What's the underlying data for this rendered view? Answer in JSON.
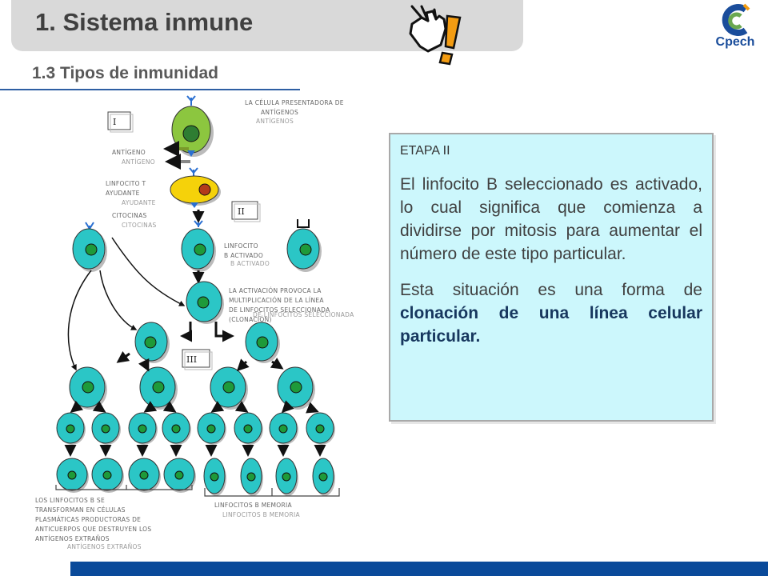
{
  "header": {
    "title": "1. Sistema inmune",
    "subtitle": "1.3 Tipos de inmunidad"
  },
  "logo": {
    "text": "Cpech"
  },
  "icons": {
    "hand": "pointing-hand-icon",
    "exclamation": "exclamation-icon"
  },
  "diagram": {
    "stages": [
      "I",
      "II",
      "III"
    ],
    "labels": {
      "apc": [
        "LA CÉLULA PRESENTADORA DE",
        "ANTÍGENOS"
      ],
      "antigen": "ANTÍGENO",
      "helper_t": [
        "LINFOCITO T",
        "AYUDANTE"
      ],
      "cytokines": "CITOCINAS",
      "activated_b": [
        "LINFOCITO",
        "B ACTIVADO"
      ],
      "activation": [
        "LA ACTIVACIÓN PROVOCA LA",
        "MULTIPLICACIÓN DE LA LÍNEA",
        "DE LINFOCITOS SELECCIONADA",
        "(CLONACIÓN)"
      ],
      "plasma": [
        "LOS LINFOCITOS B SE",
        "TRANSFORMAN EN CÉLULAS",
        "PLASMÁTICAS PRODUCTORAS DE",
        "ANTICUERPOS QUE DESTRUYEN LOS",
        "ANTÍGENOS EXTRAÑOS"
      ],
      "memory": "LINFOCITOS B MEMORIA"
    }
  },
  "info": {
    "heading": "ETAPA II",
    "para1": "El linfocito B seleccionado es activado, lo cual significa que comienza a dividirse por mitosis para aumentar el número de este tipo particular.",
    "para2_prefix": "Esta situación es una forma de ",
    "para2_bold": "clonación de una línea celular particular."
  },
  "colors": {
    "title_bar": "#d9d9d9",
    "info_bg": "#ccf7fc",
    "cell": "#2bc6c6",
    "nucleus": "#1e9a3a",
    "apc": "#8cc63f",
    "helper": "#f5d20a",
    "footer": "#0a4a9a"
  }
}
